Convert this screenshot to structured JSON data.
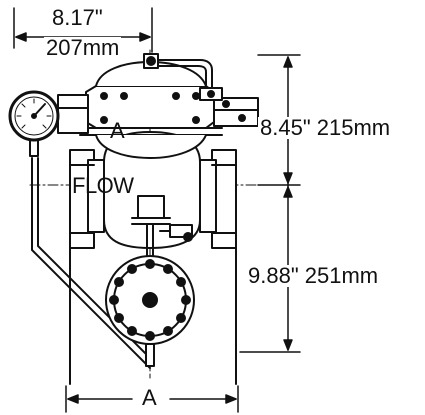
{
  "dimensions": {
    "top_width_in": "8.17\"",
    "top_width_mm": "207mm",
    "right_upper_height": "8.45\" 215mm",
    "right_lower_height": "9.88\" 251mm"
  },
  "labels": {
    "section_mark_top": "A",
    "flow": "FLOW",
    "section_mark_bottom": "A"
  },
  "icons": {
    "gauge": "pressure-gauge-icon"
  },
  "colors": {
    "line": "#111111",
    "background": "#ffffff"
  }
}
